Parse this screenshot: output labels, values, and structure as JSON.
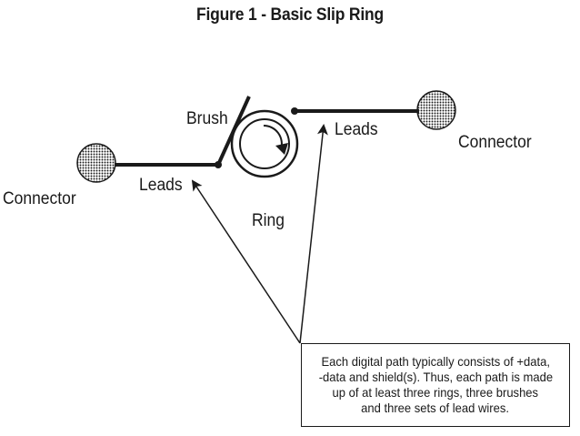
{
  "title": "Figure 1 - Basic Slip Ring",
  "labels": {
    "brush": "Brush",
    "ring": "Ring",
    "connector_left": "Connector",
    "connector_right": "Connector",
    "leads_left": "Leads",
    "leads_right": "Leads"
  },
  "note": {
    "lines": [
      "Each digital path typically consists of +data,",
      "-data and shield(s). Thus, each path is made",
      "up of at least three rings, three brushes",
      "and three sets of lead wires."
    ]
  },
  "colors": {
    "ink": "#1a1a1a",
    "background": "#ffffff"
  }
}
